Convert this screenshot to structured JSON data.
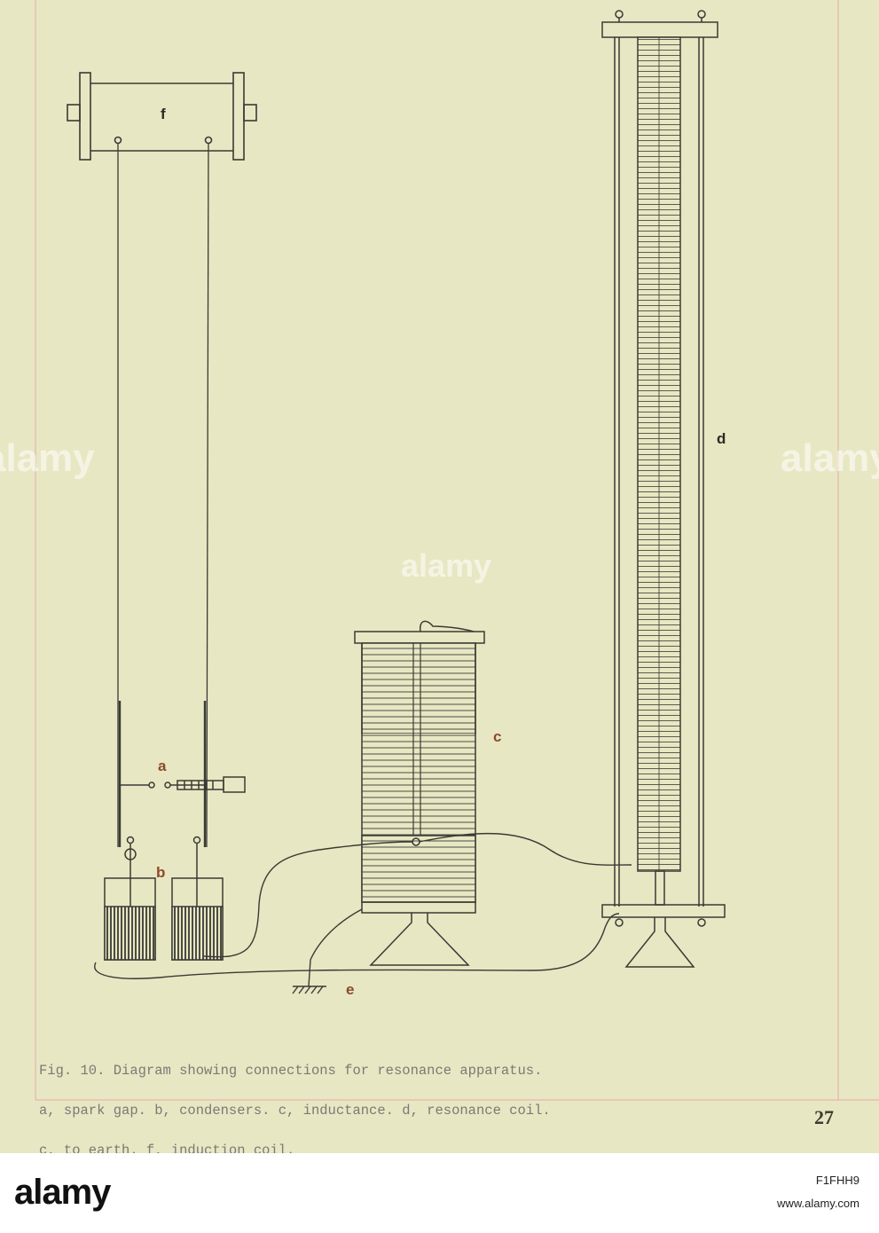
{
  "labels": {
    "a": "a",
    "b": "b",
    "c": "c",
    "d": "d",
    "e": "e",
    "f": "f"
  },
  "caption": {
    "line1": "Fig. 10. Diagram showing connections for resonance apparatus.",
    "line2": "a, spark gap. b, condensers. c, inductance. d, resonance coil.",
    "line3": "c, to earth. f, induction coil."
  },
  "page_number": "27",
  "watermark": {
    "text": "alamy",
    "image_id": "F1FHH9",
    "url": "www.alamy.com"
  },
  "colors": {
    "paper": "#e8e7c3",
    "ink": "#3a3a35",
    "label_brown": "#8b4a2b",
    "label_dark": "#2a2a25"
  }
}
